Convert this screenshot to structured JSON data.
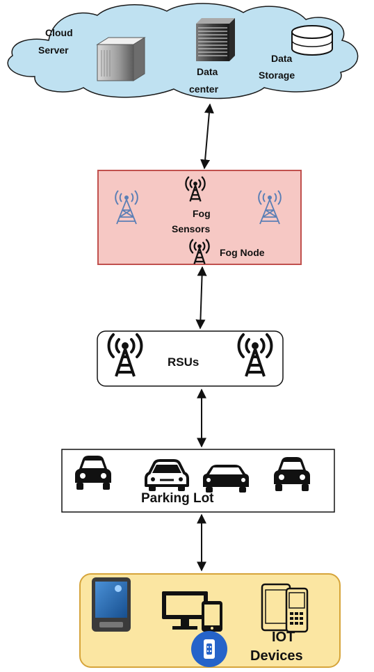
{
  "colors": {
    "cloud_fill": "#bfe1f1",
    "fog_fill": "#f6c8c4",
    "fog_border": "#c0504d",
    "iot_fill": "#fbe6a2",
    "iot_border": "#d6a43a",
    "tower_fog": "#5b7fb5",
    "ink": "#111111"
  },
  "cloud": {
    "cloud_server_line1": "Cloud",
    "cloud_server_line2": "Server",
    "data_center_line1": "Data",
    "data_center_line2": "center",
    "data_storage_line1": "Data",
    "data_storage_line2": "Storage",
    "icons": [
      "server-tower-icon",
      "data-center-rack-icon",
      "database-cylinder-icon"
    ]
  },
  "fog": {
    "sensors_line1": "Fog",
    "sensors_line2": "Sensors",
    "node_label": "Fog Node",
    "icons": [
      "antenna-tower-icon",
      "broadcast-antenna-icon"
    ]
  },
  "rsu": {
    "label": "RSUs",
    "icons": [
      "antenna-tower-icon"
    ]
  },
  "parking": {
    "label": "Parking Lot",
    "icons": [
      "car-icon"
    ]
  },
  "iot": {
    "line1": "IOT",
    "line2": "Devices",
    "icons": [
      "smartphone-icon",
      "desktop-tablet-icon",
      "smartwatch-icon",
      "phone-devices-icon"
    ]
  }
}
